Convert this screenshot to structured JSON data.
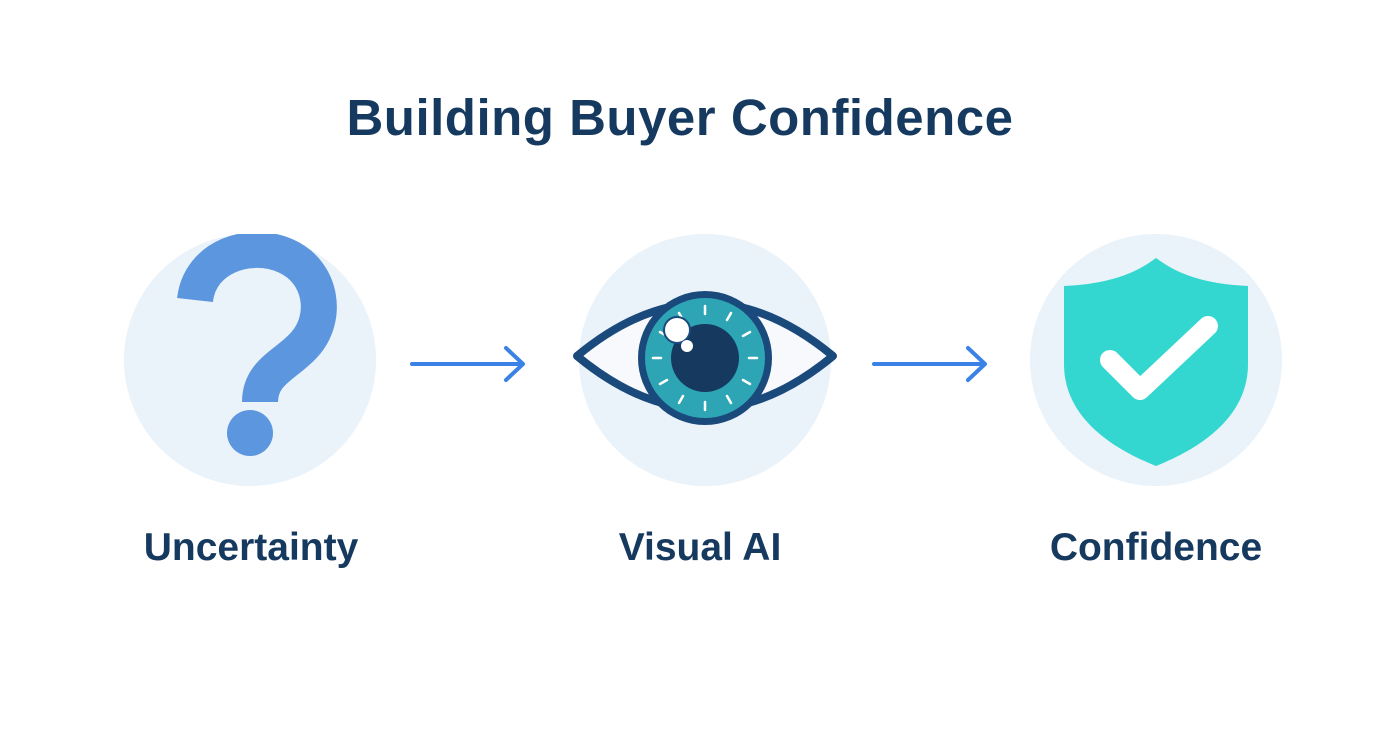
{
  "title": "Building Buyer Confidence",
  "colors": {
    "title_text": "#163a5f",
    "circle_bg": "#eaf2fa",
    "question_mark": "#5b96de",
    "arrow": "#3b82e6",
    "eye_outline": "#1a4a7c",
    "iris": "#2ea5b5",
    "pupil": "#163a5f",
    "shield": "#33d7cf",
    "check": "#ffffff"
  },
  "steps": [
    {
      "label": "Uncertainty",
      "icon": "question-mark-icon"
    },
    {
      "label": "Visual AI",
      "icon": "eye-icon"
    },
    {
      "label": "Confidence",
      "icon": "shield-check-icon"
    }
  ],
  "connectors": [
    {
      "icon": "arrow-right-icon"
    },
    {
      "icon": "arrow-right-icon"
    }
  ]
}
